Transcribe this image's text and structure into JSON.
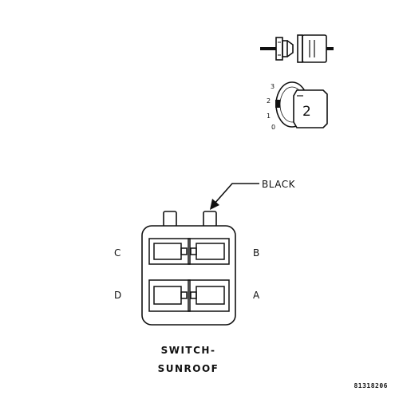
{
  "colors": {
    "ink": "#111111",
    "background": "#ffffff"
  },
  "callout": {
    "label": "BLACK"
  },
  "connector": {
    "title_line1": "SWITCH-",
    "title_line2": "SUNROOF",
    "terminals": [
      {
        "label": "C"
      },
      {
        "label": "B"
      },
      {
        "label": "D"
      },
      {
        "label": "A"
      }
    ]
  },
  "key_icon": {
    "positions": [
      "3",
      "2",
      "1",
      "0"
    ],
    "key_number": "2"
  },
  "figure_id": "81318206"
}
